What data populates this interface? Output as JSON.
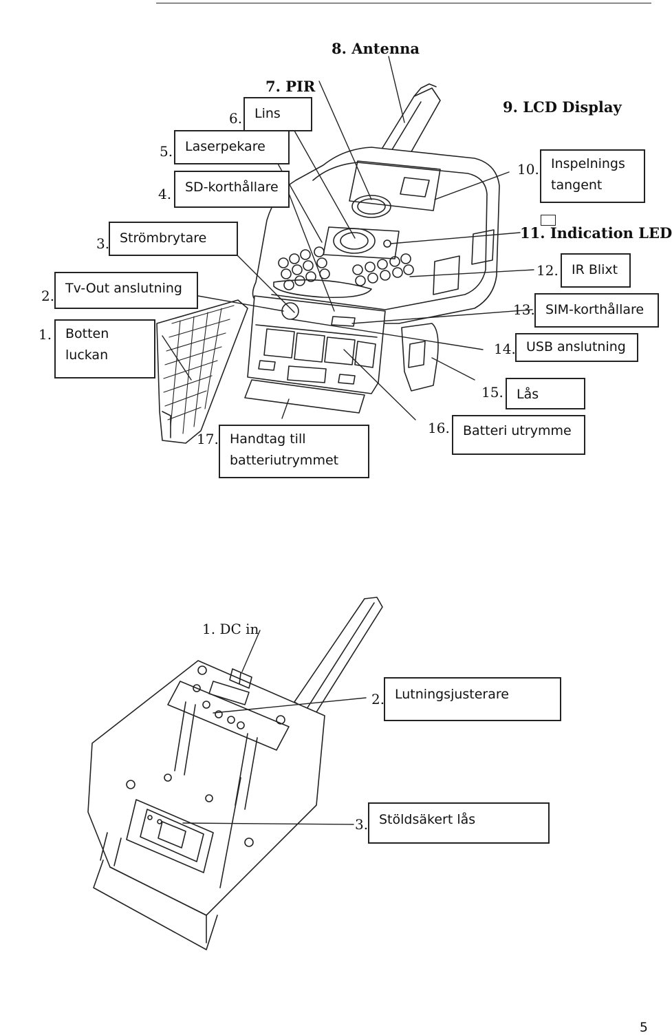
{
  "figure1": {
    "callouts": {
      "antenna": "8. Antenna",
      "pir": "7. PIR",
      "lcd": "9. LCD Display",
      "indication_led": "11. Indication LED"
    },
    "numbers": {
      "n1": "1.",
      "n2": "2.",
      "n3": "3.",
      "n4": "4.",
      "n5": "5.",
      "n6": "6.",
      "n10": "10.",
      "n12": "12.",
      "n13": "13.",
      "n14": "14.",
      "n15": "15.",
      "n16": "16.",
      "n17": "17."
    },
    "labels": {
      "lins": "Lins",
      "laserpekare": "Laserpekare",
      "sd": "SD-korthållare",
      "strombrytare": "Strömbrytare",
      "tvout": "Tv-Out anslutning",
      "botten_line1": "Botten",
      "botten_line2": "luckan",
      "inspelnings_line1": "Inspelnings",
      "inspelnings_line2": "tangent",
      "ir_blixt": "IR Blixt",
      "sim": "SIM-korthållare",
      "usb": "USB anslutning",
      "las": "Lås",
      "batteri": "Batteri utrymme",
      "handtag_line1": "Handtag till",
      "handtag_line2": "batteriutrymmet"
    }
  },
  "figure2": {
    "callouts": {
      "dc_in": "1. DC in"
    },
    "numbers": {
      "n2": "2.",
      "n3": "3."
    },
    "labels": {
      "lutning": "Lutningsjusterare",
      "stold": "Stöldsäkert lås"
    }
  },
  "page_number": "5"
}
